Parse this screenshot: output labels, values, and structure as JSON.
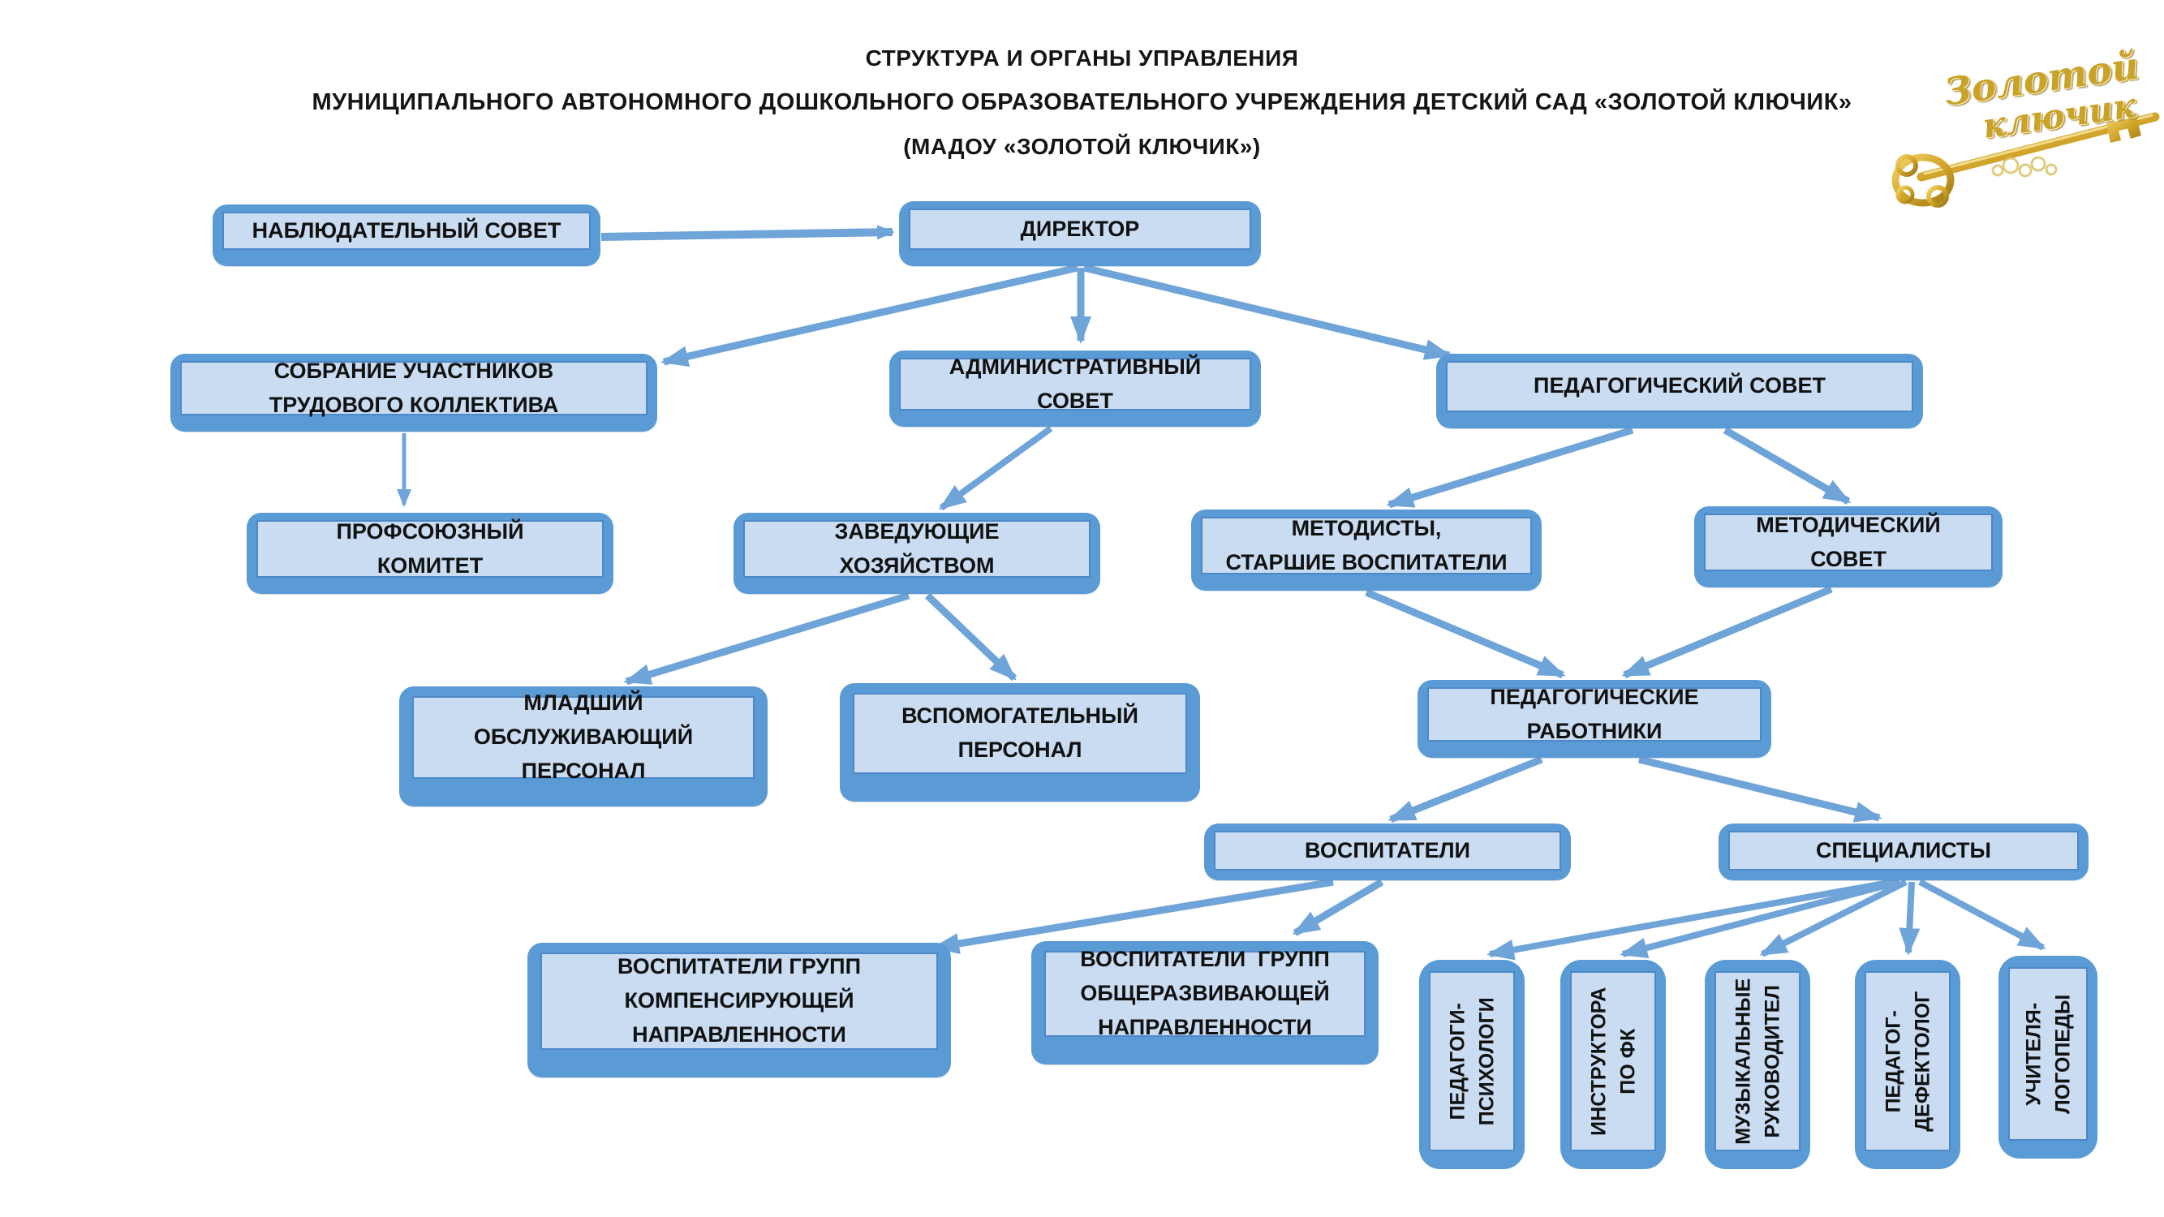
{
  "header": {
    "line1": "СТРУКТУРА И ОРГАНЫ УПРАВЛЕНИЯ",
    "line2": "МУНИЦИПАЛЬНОГО АВТОНОМНОГО ДОШКОЛЬНОГО ОБРАЗОВАТЕЛЬНОГО УЧРЕЖДЕНИЯ ДЕТСКИЙ САД «ЗОЛОТОЙ КЛЮЧИК»",
    "line3": "(МАДОУ «ЗОЛОТОЙ КЛЮЧИК»)"
  },
  "logo": {
    "line1": "Золотой",
    "line2": "ключик",
    "icon": "golden-key"
  },
  "colors": {
    "box_outer": "#5b9bd5",
    "box_fill": "#c9dcf1",
    "box_inner_border": "#4d88c8",
    "connector": "#6fa4d9",
    "text": "#111111",
    "gold": "#c9a227"
  },
  "nodes": {
    "nabsovet": {
      "label": "НАБЛЮДАТЕЛЬНЫЙ СОВЕТ"
    },
    "director": {
      "label": "ДИРЕКТОР"
    },
    "sobranie": {
      "label": "СОБРАНИЕ УЧАСТНИКОВ\nТРУДОВОГО КОЛЛЕКТИВА"
    },
    "admin": {
      "label": "АДМИНИСТРАТИВНЫЙ\nСОВЕТ"
    },
    "pedsovet": {
      "label": "ПЕДАГОГИЧЕСКИЙ СОВЕТ"
    },
    "profkom": {
      "label": "ПРОФСОЮЗНЫЙ\nКОМИТЕТ"
    },
    "zavhoz": {
      "label": "ЗАВЕДУЮЩИЕ\nХОЗЯЙСТВОМ"
    },
    "metodisty": {
      "label": "МЕТОДИСТЫ,\nСТАРШИЕ ВОСПИТАТЕЛИ"
    },
    "metodsovet": {
      "label": "МЕТОДИЧЕСКИЙ\nСОВЕТ"
    },
    "mladshiy": {
      "label": "МЛАДШИЙ\nОБСЛУЖИВАЮЩИЙ\nПЕРСОНАЛ"
    },
    "vspomog": {
      "label": "ВСПОМОГАТЕЛЬНЫЙ\nПЕРСОНАЛ"
    },
    "pedrab": {
      "label": "ПЕДАГОГИЧЕСКИЕ\nРАБОТНИКИ"
    },
    "vospitateli": {
      "label": "ВОСПИТАТЕЛИ"
    },
    "specialisty": {
      "label": "СПЕЦИАЛИСТЫ"
    },
    "vosp_komp": {
      "label": "ВОСПИТАТЕЛИ ГРУПП\nКОМПЕНСИРУЮЩЕЙ\nНАПРАВЛЕННОСТИ"
    },
    "vosp_obsh": {
      "label": "ВОСПИТАТЕЛИ  ГРУПП\nОБЩЕРАЗВИВАЮЩЕЙ\nНАПРАВЛЕННОСТИ"
    },
    "psiholog": {
      "label": "ПЕДАГОГИ-\nПСИХОЛОГИ"
    },
    "instruktor": {
      "label": "ИНСТРУКТОРА\nПО ФК"
    },
    "muzruk": {
      "label": "МУЗЫКАЛЬНЫЕ\nРУКОВОДИТЕЛ"
    },
    "defektolog": {
      "label": "ПЕДАГОГ-\nДЕФЕКТОЛОГ"
    },
    "logoped": {
      "label": "УЧИТЕЛЯ-\nЛОГОПЕДЫ"
    }
  },
  "edges": [
    {
      "from": "nabsovet",
      "to": "director"
    },
    {
      "from": "director",
      "to": "sobranie"
    },
    {
      "from": "director",
      "to": "admin"
    },
    {
      "from": "director",
      "to": "pedsovet"
    },
    {
      "from": "sobranie",
      "to": "profkom"
    },
    {
      "from": "admin",
      "to": "zavhoz"
    },
    {
      "from": "pedsovet",
      "to": "metodisty"
    },
    {
      "from": "pedsovet",
      "to": "metodsovet"
    },
    {
      "from": "zavhoz",
      "to": "mladshiy"
    },
    {
      "from": "zavhoz",
      "to": "vspomog"
    },
    {
      "from": "metodisty",
      "to": "pedrab"
    },
    {
      "from": "metodsovet",
      "to": "pedrab"
    },
    {
      "from": "pedrab",
      "to": "vospitateli"
    },
    {
      "from": "pedrab",
      "to": "specialisty"
    },
    {
      "from": "vospitateli",
      "to": "vosp_komp"
    },
    {
      "from": "vospitateli",
      "to": "vosp_obsh"
    },
    {
      "from": "specialisty",
      "to": "psiholog"
    },
    {
      "from": "specialisty",
      "to": "instruktor"
    },
    {
      "from": "specialisty",
      "to": "muzruk"
    },
    {
      "from": "specialisty",
      "to": "defektolog"
    },
    {
      "from": "specialisty",
      "to": "logoped"
    }
  ]
}
